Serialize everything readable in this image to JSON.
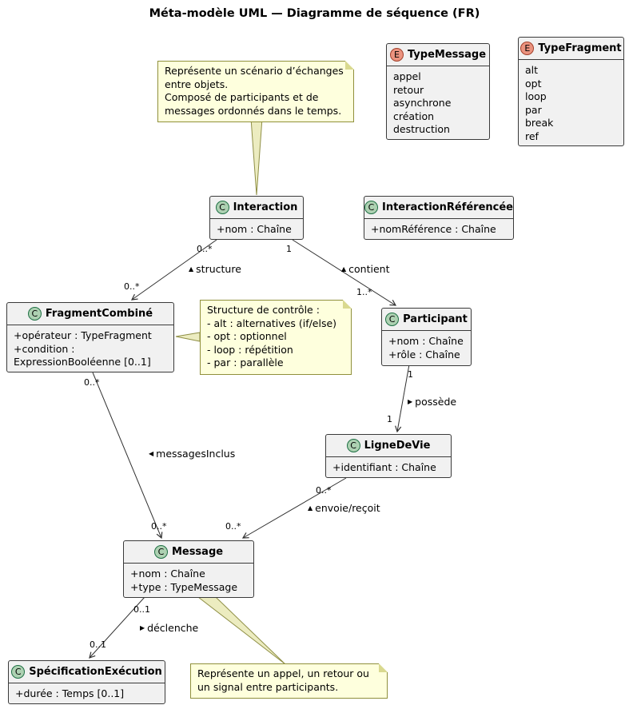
{
  "title": "Méta-modèle UML — Diagramme de séquence (FR)",
  "icons": {
    "class_spot": "C",
    "enum_spot": "E"
  },
  "enums": {
    "type_message": {
      "name": "TypeMessage",
      "values": [
        "appel",
        "retour",
        "asynchrone",
        "création",
        "destruction"
      ]
    },
    "type_fragment": {
      "name": "TypeFragment",
      "values": [
        "alt",
        "opt",
        "loop",
        "par",
        "break",
        "ref"
      ]
    }
  },
  "classes": {
    "interaction": {
      "name": "Interaction",
      "attributes": [
        "+nom : Chaîne"
      ]
    },
    "interaction_referencee": {
      "name": "InteractionRéférencée",
      "attributes": [
        "+nomRéférence : Chaîne"
      ]
    },
    "fragment_combine": {
      "name": "FragmentCombiné",
      "attributes": [
        "+opérateur : TypeFragment",
        "+condition : ExpressionBooléenne [0..1]"
      ]
    },
    "participant": {
      "name": "Participant",
      "attributes": [
        "+nom : Chaîne",
        "+rôle : Chaîne"
      ]
    },
    "ligne_de_vie": {
      "name": "LigneDeVie",
      "attributes": [
        "+identifiant : Chaîne"
      ]
    },
    "message": {
      "name": "Message",
      "attributes": [
        "+nom : Chaîne",
        "+type : TypeMessage"
      ]
    },
    "specification_execution": {
      "name": "SpécificationExécution",
      "attributes": [
        "+durée : Temps [0..1]"
      ]
    }
  },
  "notes": {
    "interaction_note": "Représente un scénario d’échanges\nentre objets.\nComposé de participants et de\nmessages ordonnés dans le temps.",
    "fragment_note": "Structure de contrôle :\n- alt : alternatives (if/else)\n- opt : optionnel\n- loop : répétition\n- par : parallèle",
    "message_note": "Représente un appel, un retour ou\nun signal entre participants."
  },
  "edges": {
    "structure": {
      "label": "structure",
      "direction_glyph": "▲",
      "source_mult": "0..*",
      "target_mult": "0..*"
    },
    "contient": {
      "label": "contient",
      "direction_glyph": "▲",
      "source_mult": "1",
      "target_mult": "1..*"
    },
    "possede": {
      "label": "possède",
      "direction_glyph": "▶",
      "source_mult": "1",
      "target_mult": "1"
    },
    "envoie_recoit": {
      "label": "envoie/reçoit",
      "direction_glyph": "▲",
      "source_mult": "0..*",
      "target_mult": "0..*"
    },
    "messages_inclus": {
      "label": "messagesInclus",
      "direction_glyph": "◀",
      "source_mult": "0..*",
      "target_mult": "0..*"
    },
    "declenche": {
      "label": "déclenche",
      "direction_glyph": "▶",
      "source_mult": "0..1",
      "target_mult": "0..1"
    }
  },
  "colors": {
    "class_spot_fill": "#ADD1B2",
    "enum_spot_fill": "#EB937F",
    "box_fill": "#F1F1F1",
    "box_border": "#3A3A3A",
    "note_fill": "#FEFFDD",
    "note_border": "#90903C",
    "edge": "#2F2F2F"
  }
}
